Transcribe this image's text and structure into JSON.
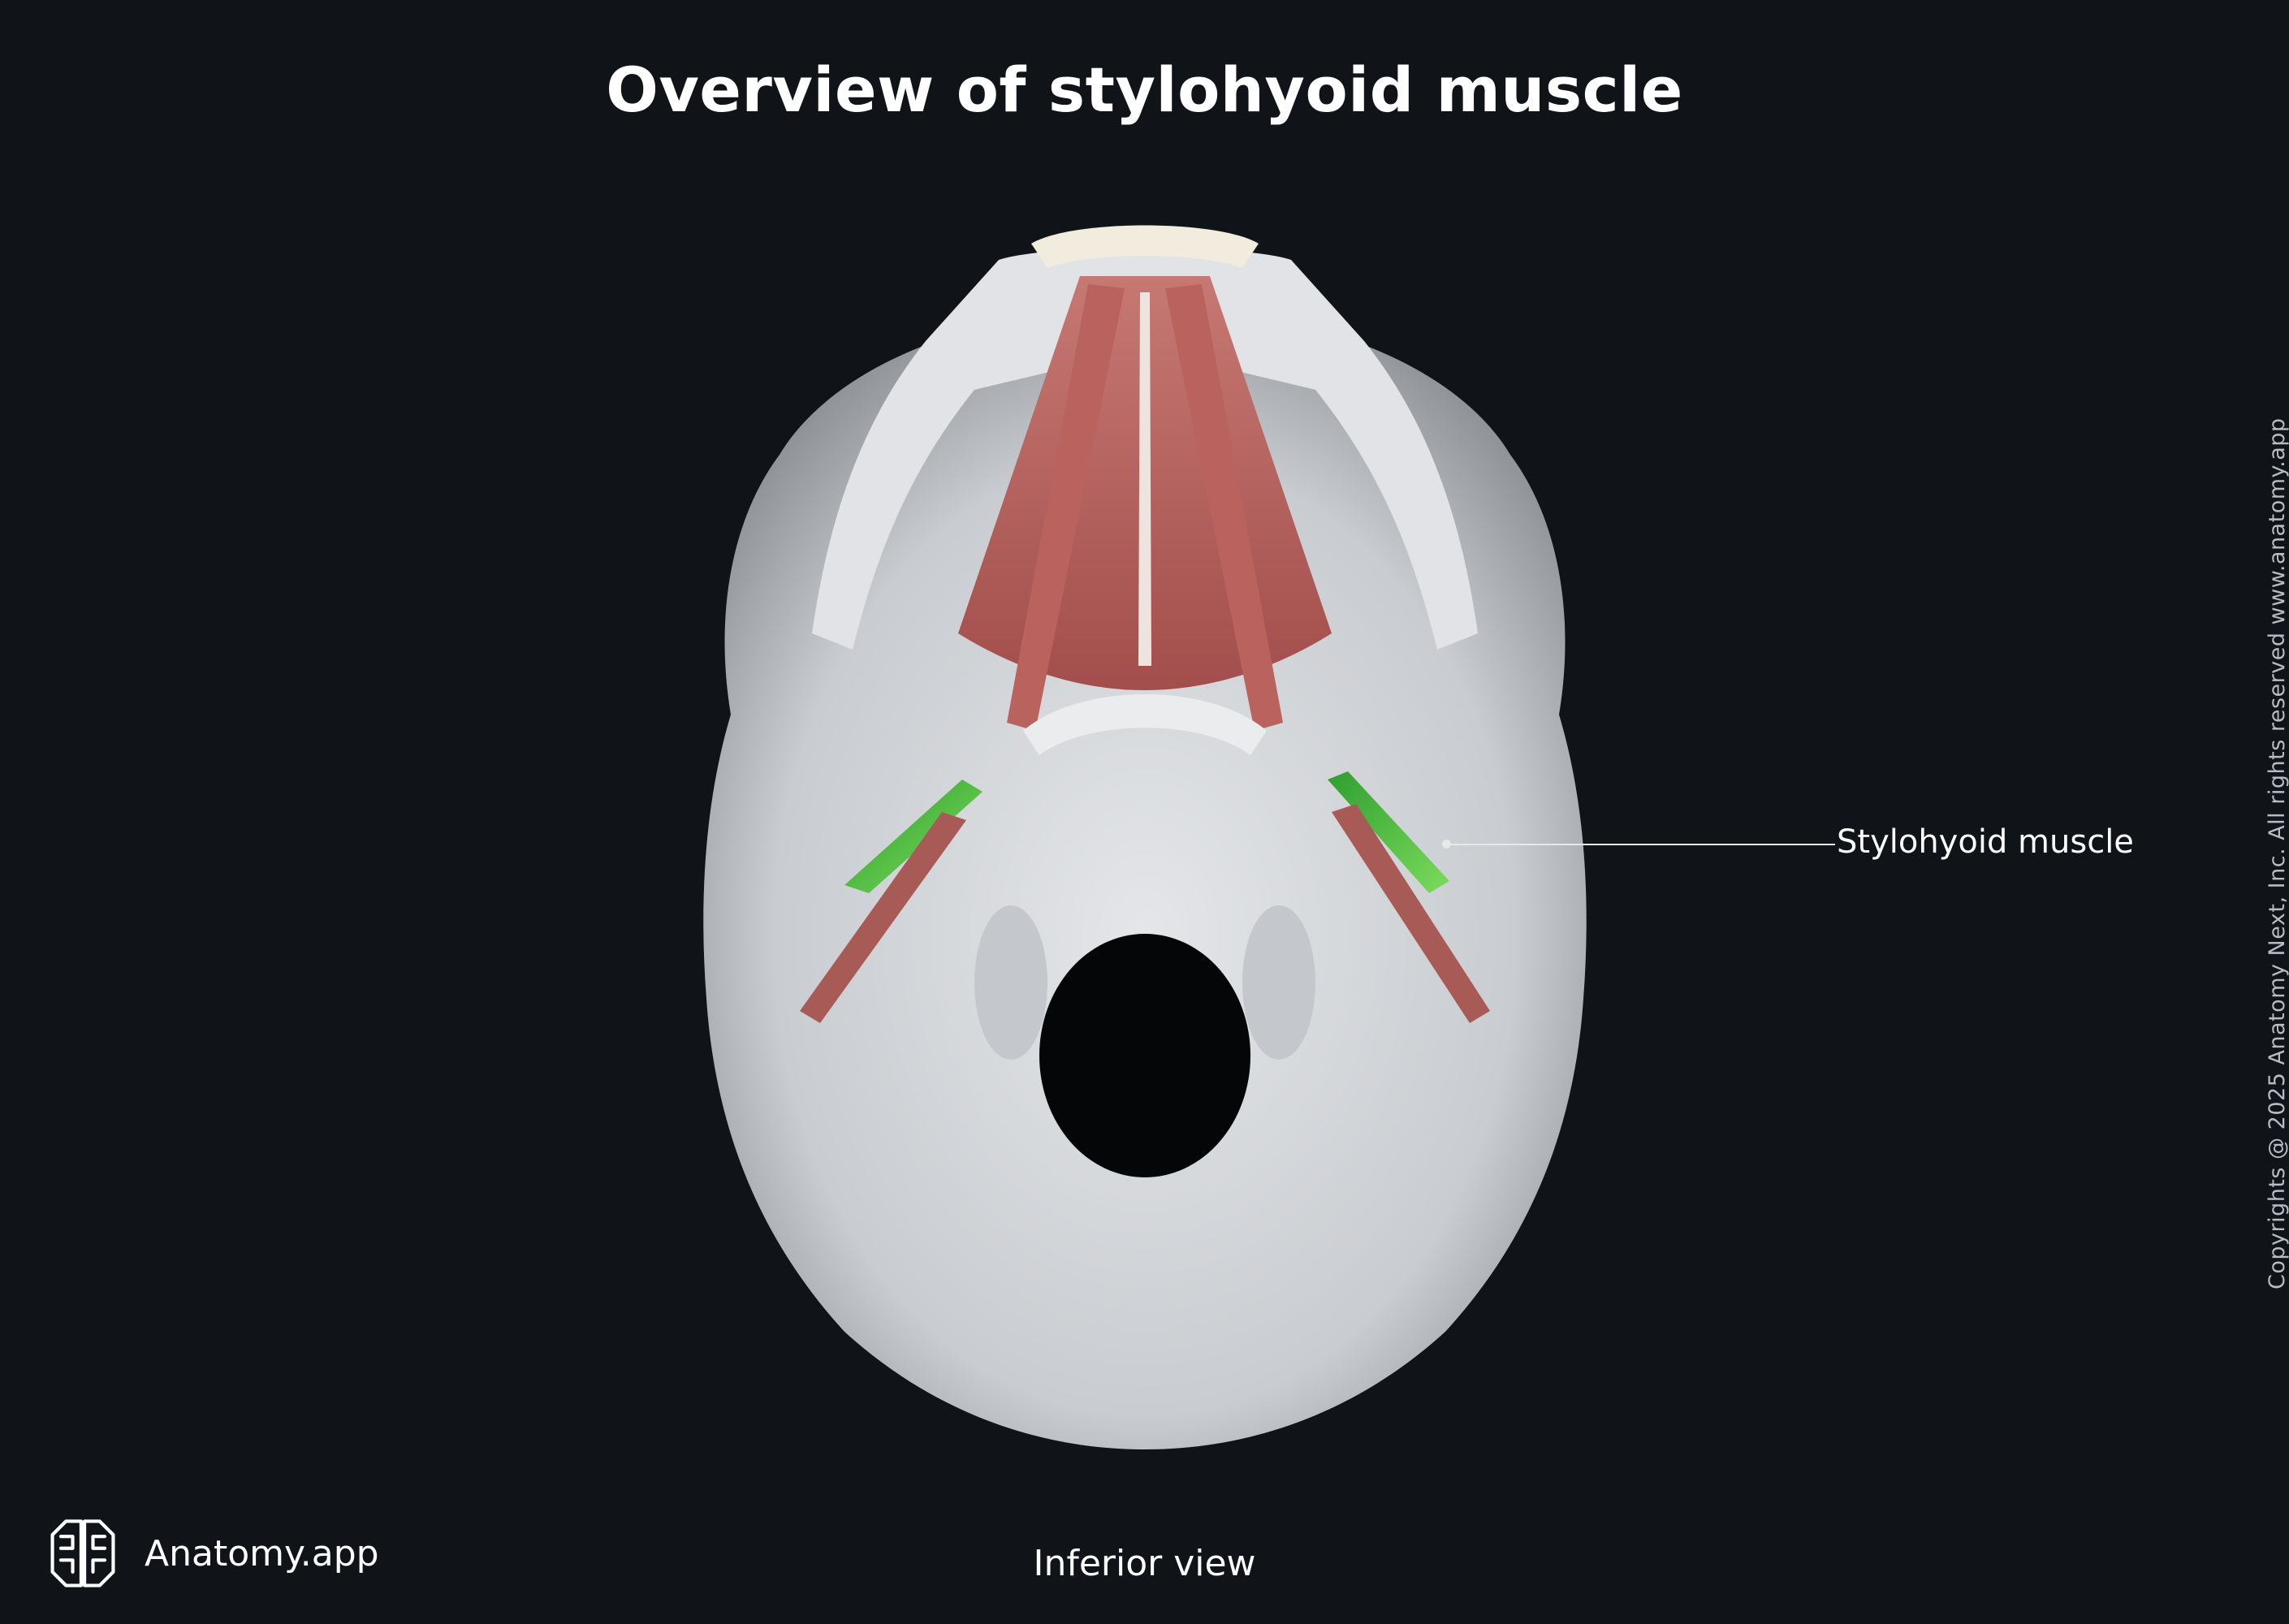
{
  "title": "Overview of stylohyoid muscle",
  "labels": {
    "stylohyoid": "Stylohyoid muscle"
  },
  "view": "Inferior view",
  "brand": {
    "name": "Anatomy.app",
    "icon": "brain-icon"
  },
  "copyright": "Copyrights @ 2025 Anatomy Next, Inc. All rights reserved www.anatomy.app",
  "colors": {
    "background": "#101419",
    "bone": "#d7dade",
    "muscle": "#b5605d",
    "highlight": "#4fbf3a",
    "text": "#ffffff"
  }
}
